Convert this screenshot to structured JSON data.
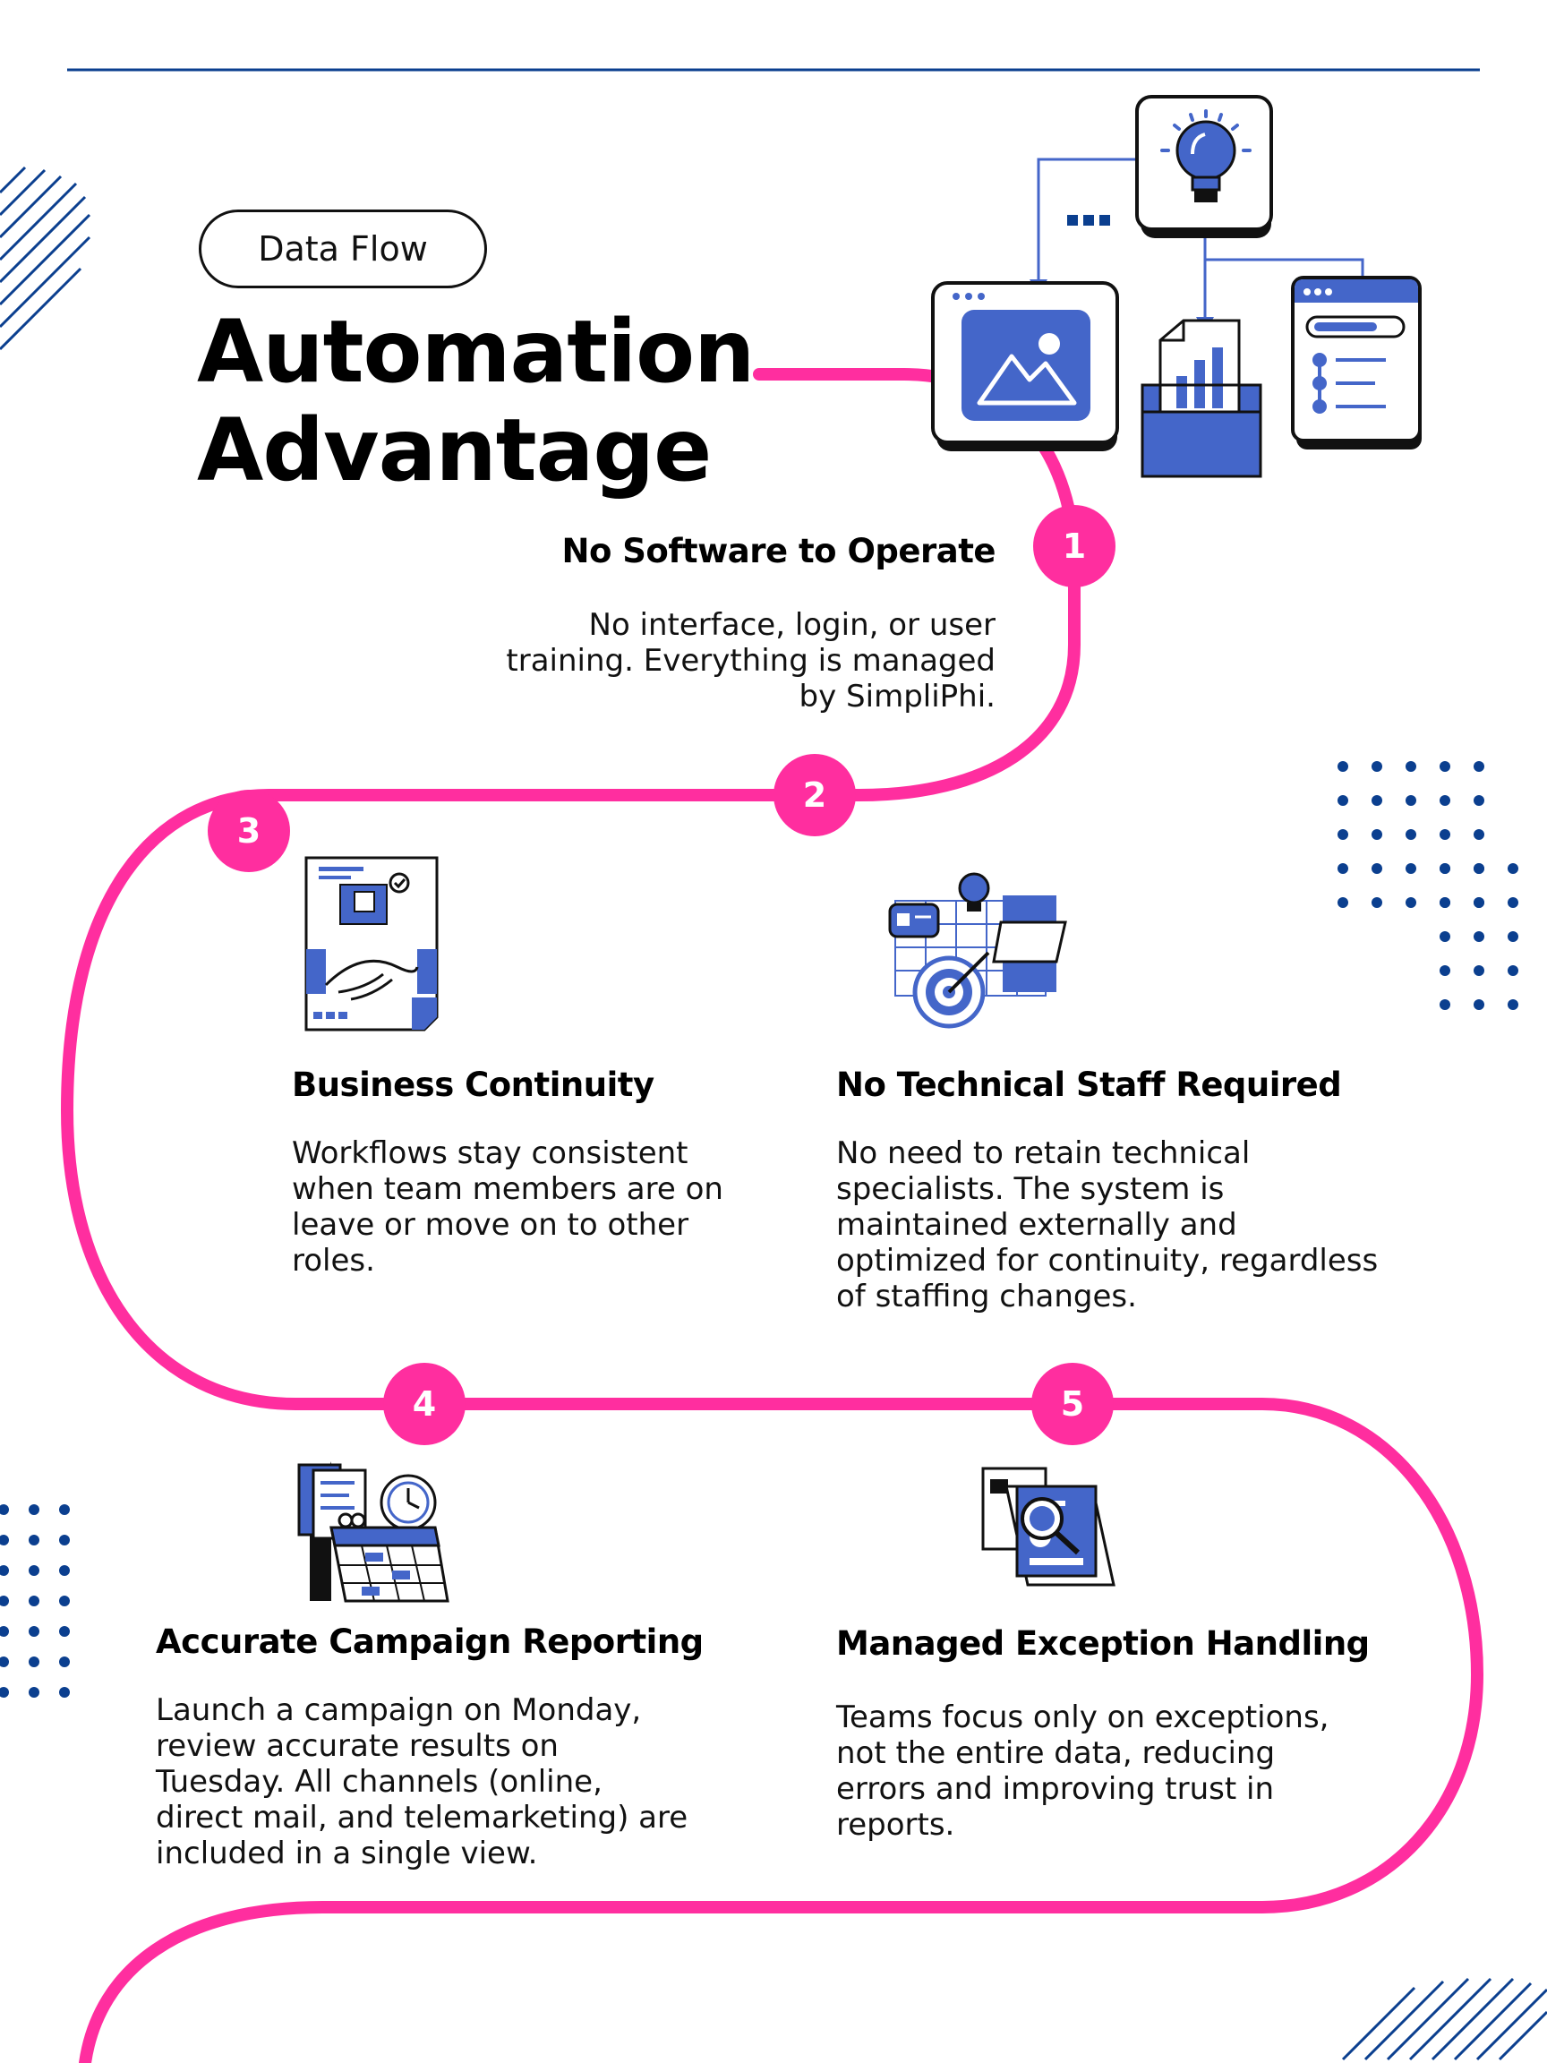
{
  "header": {
    "tag": "Data Flow",
    "title_line1": "Automation",
    "title_line2": "Advantage"
  },
  "steps": [
    {
      "number": "1",
      "title": "No Software to Operate",
      "text": "No interface, login, or user training. Everything is managed by SimpliPhi."
    },
    {
      "number": "2"
    },
    {
      "number": "3",
      "title": "Business Continuity",
      "text": "Workflows stay consistent when team members are on leave or move on to other roles."
    },
    {
      "number": "4",
      "title": "Accurate Campaign Reporting",
      "text": "Launch a campaign on Monday, review accurate results on Tuesday. All channels (online, direct mail, and telemarketing) are included in a single view."
    },
    {
      "number": "5",
      "title": "Managed Exception Handling",
      "text": "Teams focus only on exceptions, not the entire data, reducing errors and improving trust in reports."
    }
  ],
  "extra_card": {
    "title": "No Technical Staff Required",
    "text": "No need to retain technical specialists. The system is maintained externally and optimized for continuity, regardless of staffing changes."
  },
  "colors": {
    "path": "#ff2e9f",
    "accent_blue": "#4466c9",
    "dark_blue": "#0b3f8f",
    "ink": "#111111"
  },
  "icons": [
    "lightbulb-icon",
    "image-window-icon",
    "bar-chart-document-icon",
    "checklist-window-icon",
    "handshake-document-icon",
    "target-strategy-icon",
    "calendar-clock-icon",
    "document-search-icon"
  ]
}
